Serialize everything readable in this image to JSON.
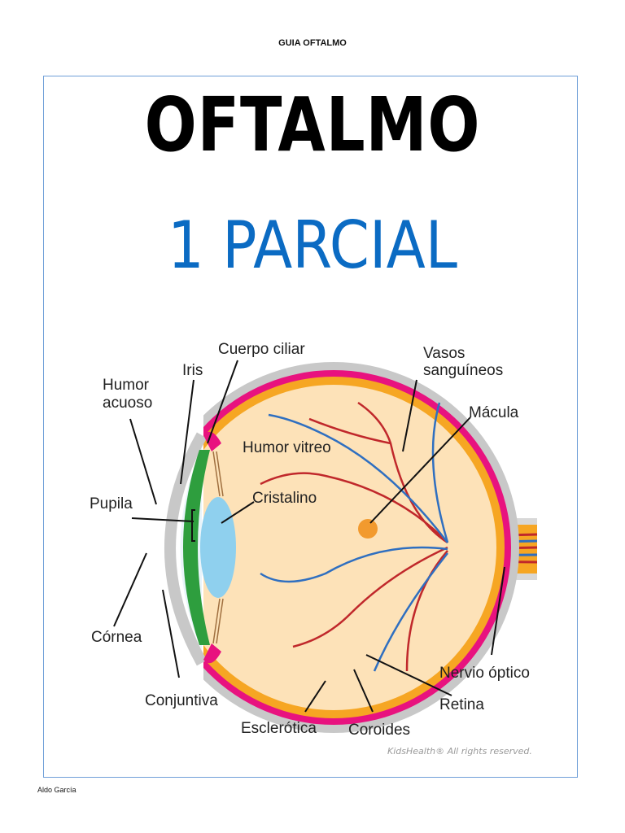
{
  "header": {
    "text": "GUIA OFTALMO"
  },
  "cover": {
    "title": "OFTALMO",
    "subtitle": "1 PARCIAL"
  },
  "diagram": {
    "labels": {
      "cuerpo_ciliar": "Cuerpo ciliar",
      "iris": "Iris",
      "humor_acuoso_1": "Humor",
      "humor_acuoso_2": "acuoso",
      "vasos_1": "Vasos",
      "vasos_2": "sanguíneos",
      "macula": "Mácula",
      "humor_vitreo": "Humor vitreo",
      "pupila": "Pupila",
      "cristalino": "Cristalino",
      "cornea": "Córnea",
      "nervio_optico": "Nervio óptico",
      "conjuntiva": "Conjuntiva",
      "retina": "Retina",
      "esclerotica": "Esclerótica",
      "coroides": "Coroides"
    },
    "credit": "KidsHealth® All rights reserved.",
    "colors": {
      "sclera": "#c8c8c8",
      "choroid": "#e8127f",
      "retina": "#f6a623",
      "vitreous": "#fde2b8",
      "iris": "#2e9e3e",
      "lens": "#8fd0ee",
      "artery": "#c0282b",
      "vein": "#2f6fc0"
    }
  },
  "footer": {
    "author": "Aldo García"
  }
}
